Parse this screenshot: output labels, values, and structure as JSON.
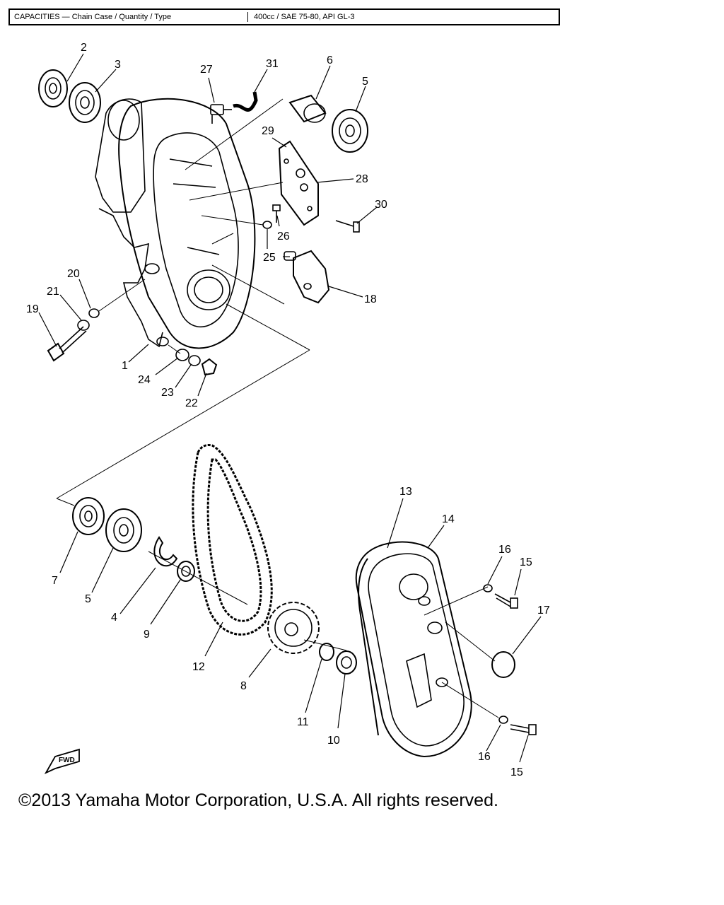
{
  "header": {
    "capacities_label": "CAPACITIES — Chain Case / Quantity / Type",
    "capacities_value": "400cc / SAE 75-80, API GL-3"
  },
  "diagram": {
    "fwd_label": "FWD",
    "callouts": [
      "1",
      "2",
      "3",
      "4",
      "5",
      "5",
      "6",
      "7",
      "8",
      "9",
      "10",
      "11",
      "12",
      "13",
      "14",
      "15",
      "15",
      "16",
      "16",
      "17",
      "18",
      "19",
      "20",
      "21",
      "22",
      "23",
      "24",
      "25",
      "26",
      "27",
      "28",
      "29",
      "30",
      "31"
    ]
  },
  "footer": {
    "copyright": "©2013 Yamaha Motor Corporation, U.S.A. All rights reserved."
  }
}
